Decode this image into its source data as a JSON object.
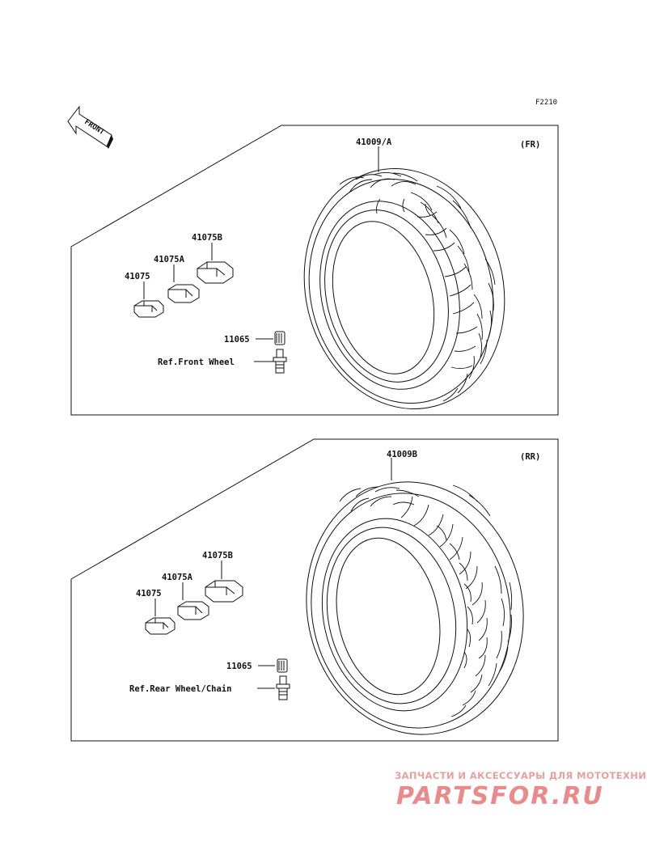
{
  "diagram": {
    "code": "F2210",
    "front_arrow_label": "FRONT",
    "front": {
      "position_label": "(FR)",
      "tire_part": "41009/A",
      "weights": [
        "41075B",
        "41075A",
        "41075"
      ],
      "valve_cap": "11065",
      "reference": "Ref.Front Wheel"
    },
    "rear": {
      "position_label": "(RR)",
      "tire_part": "41009B",
      "weights": [
        "41075B",
        "41075A",
        "41075"
      ],
      "valve_cap": "11065",
      "reference": "Ref.Rear Wheel/Chain"
    }
  },
  "watermark": {
    "tagline": "ЗАПЧАСТИ И АКСЕССУАРЫ ДЛЯ МОТОТЕХНИКИ",
    "brand": "PARTSFOR.RU"
  }
}
